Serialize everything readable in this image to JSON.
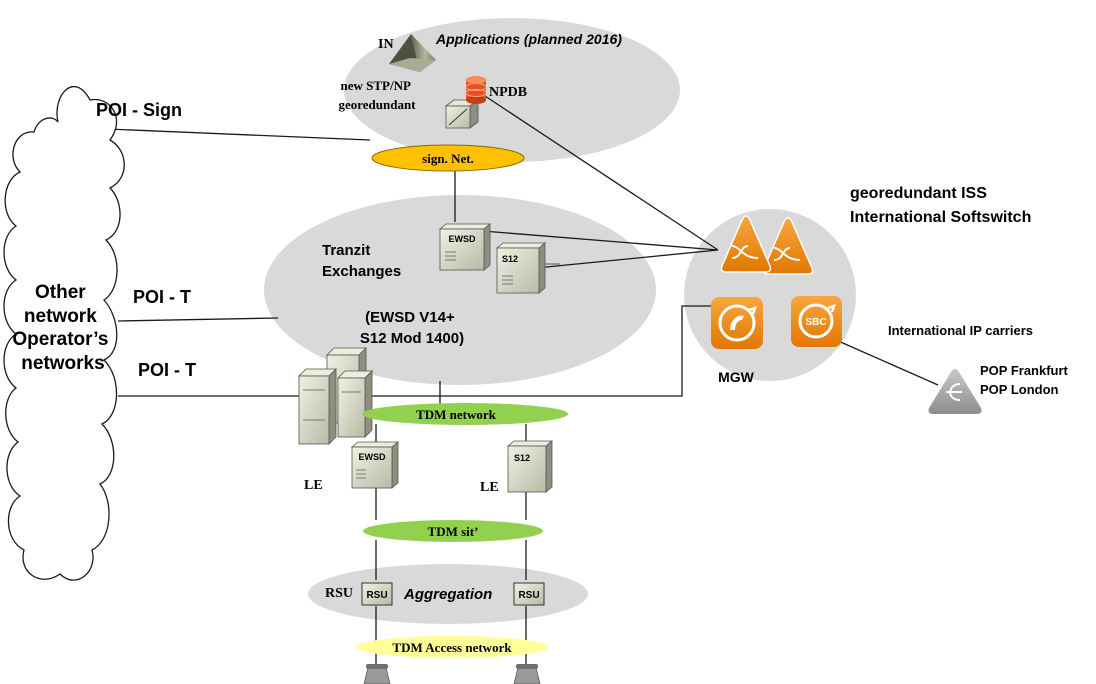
{
  "cloud": {
    "title_lines": [
      "Other",
      "network",
      "Operator’s",
      "networks"
    ],
    "poi_sign": "POI - Sign",
    "poi_t_1": "POI - T",
    "poi_t_2": "POI - T"
  },
  "applications": {
    "in_label": "IN",
    "title": "Applications (planned 2016)",
    "stp_lines": [
      "new STP/NP",
      "georedundant"
    ],
    "npdb": "NPDB",
    "sign_net": "sign. Net."
  },
  "transit": {
    "title_lines": [
      "Tranzit",
      "Exchanges"
    ],
    "models_lines": [
      "(EWSD V14+",
      "S12 Mod 1400)"
    ],
    "ewsd_box": "EWSD",
    "s12_box": "S12"
  },
  "iss": {
    "title_lines": [
      "georedundant ISS",
      "International Softswitch"
    ],
    "mgw": "MGW",
    "sbc_icon": "SBC"
  },
  "carriers": {
    "title": "International IP carriers",
    "pops": [
      "POP Frankfurt",
      "POP London"
    ]
  },
  "local": {
    "tdm_network": "TDM network",
    "le_left": "LE",
    "le_right": "LE",
    "ewsd_box": "EWSD",
    "s12_box": "S12",
    "tdm_sit": "TDM sit’",
    "rsu_label": "RSU",
    "rsu_box_1": "RSU",
    "rsu_box_2": "RSU",
    "aggregation": "Aggregation",
    "tdm_access": "TDM Access network"
  },
  "colors": {
    "ellipse_gray": "#d9d9d9",
    "sign_net_yellow": "#ffc000",
    "tdm_green": "#92d050",
    "access_yellow": "#ffff99",
    "iss_orange": "#f08a00",
    "npdb_red": "#e8501f"
  }
}
